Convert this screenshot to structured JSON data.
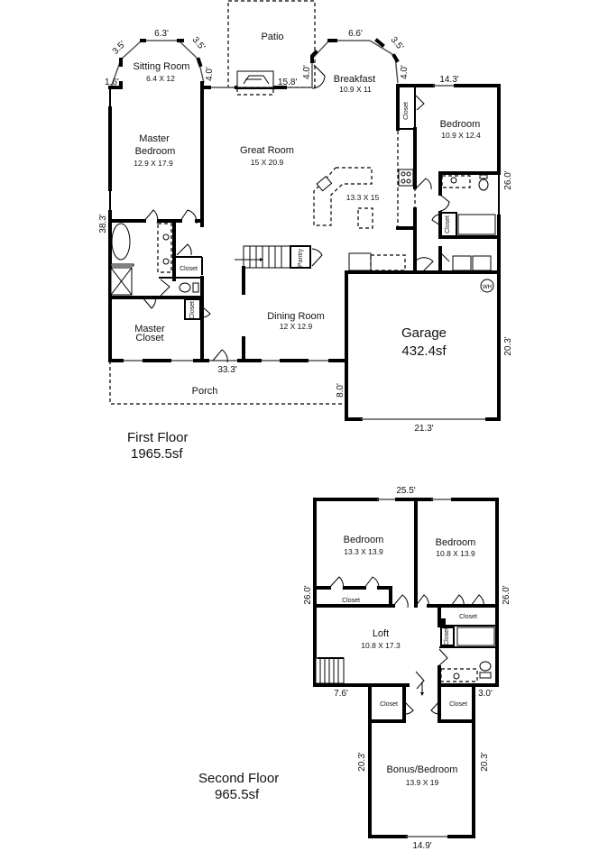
{
  "first_floor": {
    "title": "First Floor",
    "area": "1965.5sf",
    "rooms": {
      "patio": {
        "name": "Patio"
      },
      "sitting_room": {
        "name": "Sitting Room",
        "dims": "6.4  X 12"
      },
      "breakfast": {
        "name": "Breakfast",
        "dims": "10.9 X 11"
      },
      "master_bedroom": {
        "name_line1": "Master",
        "name_line2": "Bedroom",
        "dims": "12.9 X 17.9"
      },
      "great_room": {
        "name": "Great Room",
        "dims": "15 X 20.9"
      },
      "kitchen": {
        "dims": "13.3 X 15"
      },
      "bedroom": {
        "name": "Bedroom",
        "dims": "10.9 X 12.4"
      },
      "dining_room": {
        "name": "Dining Room",
        "dims": "12 X 12.9"
      },
      "master_closet": {
        "name_line1": "Master",
        "name_line2": "Closet"
      },
      "garage": {
        "name": "Garage",
        "area": "432.4sf"
      },
      "porch": {
        "name": "Porch"
      },
      "closet_label": "Closet",
      "pantry_label": "Pantry",
      "water_heater_label": "WH"
    },
    "dimensions": {
      "sitting_left_diag": "3.5'",
      "sitting_top": "6.3'",
      "sitting_right_diag": "3.5'",
      "sitting_side": "1.6'",
      "sitting_right": "4.0'",
      "patio_wall": "15.8'",
      "breakfast_left": "4.0'",
      "breakfast_top": "6.6'",
      "breakfast_right_diag": "3.5'",
      "breakfast_right": "4.0'",
      "bedroom_top": "14.3'",
      "left_side": "38.3'",
      "right_side": "26.0'",
      "front": "33.3'",
      "porch_depth": "8.0'",
      "garage_side": "20.3'",
      "garage_front": "21.3'"
    }
  },
  "second_floor": {
    "title": "Second Floor",
    "area": "965.5sf",
    "rooms": {
      "bedroom_left": {
        "name": "Bedroom",
        "dims": "13.3 X 13.9"
      },
      "bedroom_right": {
        "name": "Bedroom",
        "dims": "10.8 X 13.9"
      },
      "loft": {
        "name": "Loft",
        "dims": "10.8 X 17.3"
      },
      "bonus": {
        "name": "Bonus/Bedroom",
        "dims": "13.9 X 19"
      },
      "closet_label": "Closet"
    },
    "dimensions": {
      "top": "25.5'",
      "left_side": "26.0'",
      "right_side": "26.0'",
      "step_left": "7.6'",
      "step_right": "3.0'",
      "bonus_left": "20.3'",
      "bonus_right": "20.3'",
      "bonus_bottom": "14.9'"
    }
  }
}
